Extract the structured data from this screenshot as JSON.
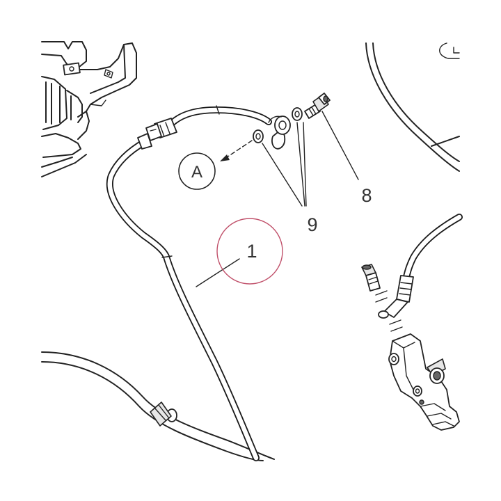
{
  "callouts": {
    "label_1": "1",
    "label_8": "8",
    "label_9": "9",
    "label_a": "A"
  },
  "colors": {
    "line": "#222222",
    "label": "#333333",
    "highlight_circle": "#c0506a",
    "background": "#ffffff"
  }
}
